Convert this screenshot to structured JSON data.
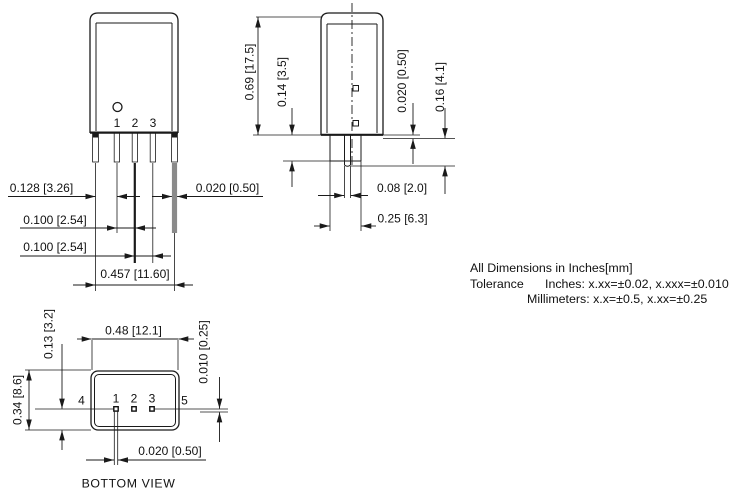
{
  "front_view": {
    "pin_labels": [
      "1",
      "2",
      "3"
    ],
    "dim_pin1_offset": "0.128 [3.26]",
    "dim_lead_width": "0.020 [0.50]",
    "dim_pitch_1_2": "0.100 [2.54]",
    "dim_pitch_2_3": "0.100 [2.54]",
    "dim_overall_width": "0.457 [11.60]"
  },
  "side_view": {
    "dim_body_height": "0.69 [17.5]",
    "dim_standoff_height": "0.14 [3.5]",
    "dim_lead_thickness": "0.020 [0.50]",
    "dim_lead_length": "0.16 [4.1]",
    "dim_lead_width": "0.08 [2.0]",
    "dim_base_width": "0.25 [6.3]"
  },
  "bottom_view": {
    "caption": "BOTTOM VIEW",
    "pin_labels": [
      "4",
      "1",
      "2",
      "3",
      "5"
    ],
    "dim_body_width": "0.48 [12.1]",
    "dim_pin_row_offset": "0.13 [3.2]",
    "dim_body_depth": "0.34 [8.6]",
    "dim_pin_center_offset": "0.010 [0.25]",
    "dim_lead_width": "0.020 [0.50]"
  },
  "notes": {
    "line1": "All Dimensions in Inches[mm]",
    "tolerance_label": "Tolerance",
    "tolerance_inches": "Inches: x.xx=±0.02, x.xxx=±0.010",
    "tolerance_mm": "Millimeters: x.x=±0.5, x.xx=±0.25"
  },
  "colors": {
    "line": "#1a1a1a",
    "lead_gray": "#8a8a8a",
    "background": "#ffffff"
  }
}
